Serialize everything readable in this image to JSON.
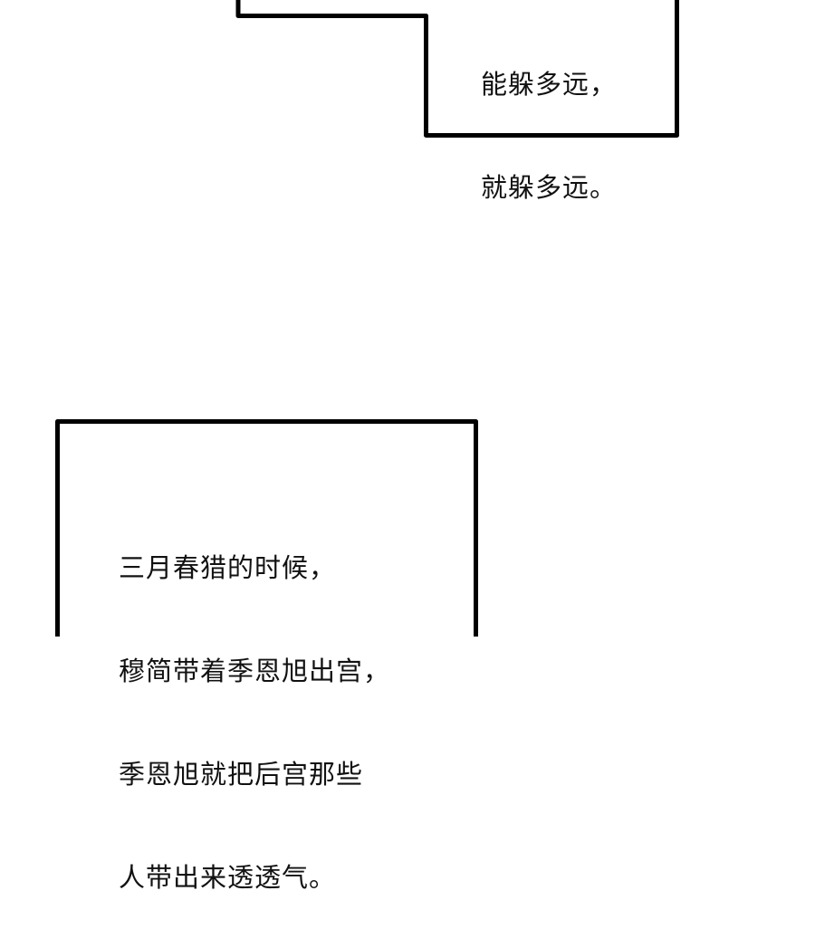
{
  "panels": [
    {
      "id": "top-panel",
      "lines": [
        "能躲多远，",
        "就躲多远。"
      ]
    },
    {
      "id": "bottom-panel",
      "lines": [
        "三月春猎的时候，",
        "穆简带着季恩旭出宫，",
        "季恩旭就把后宫那些",
        "人带出来透透气。"
      ]
    }
  ],
  "colors": {
    "border": "#000000",
    "background": "#ffffff",
    "text": "#111111"
  }
}
